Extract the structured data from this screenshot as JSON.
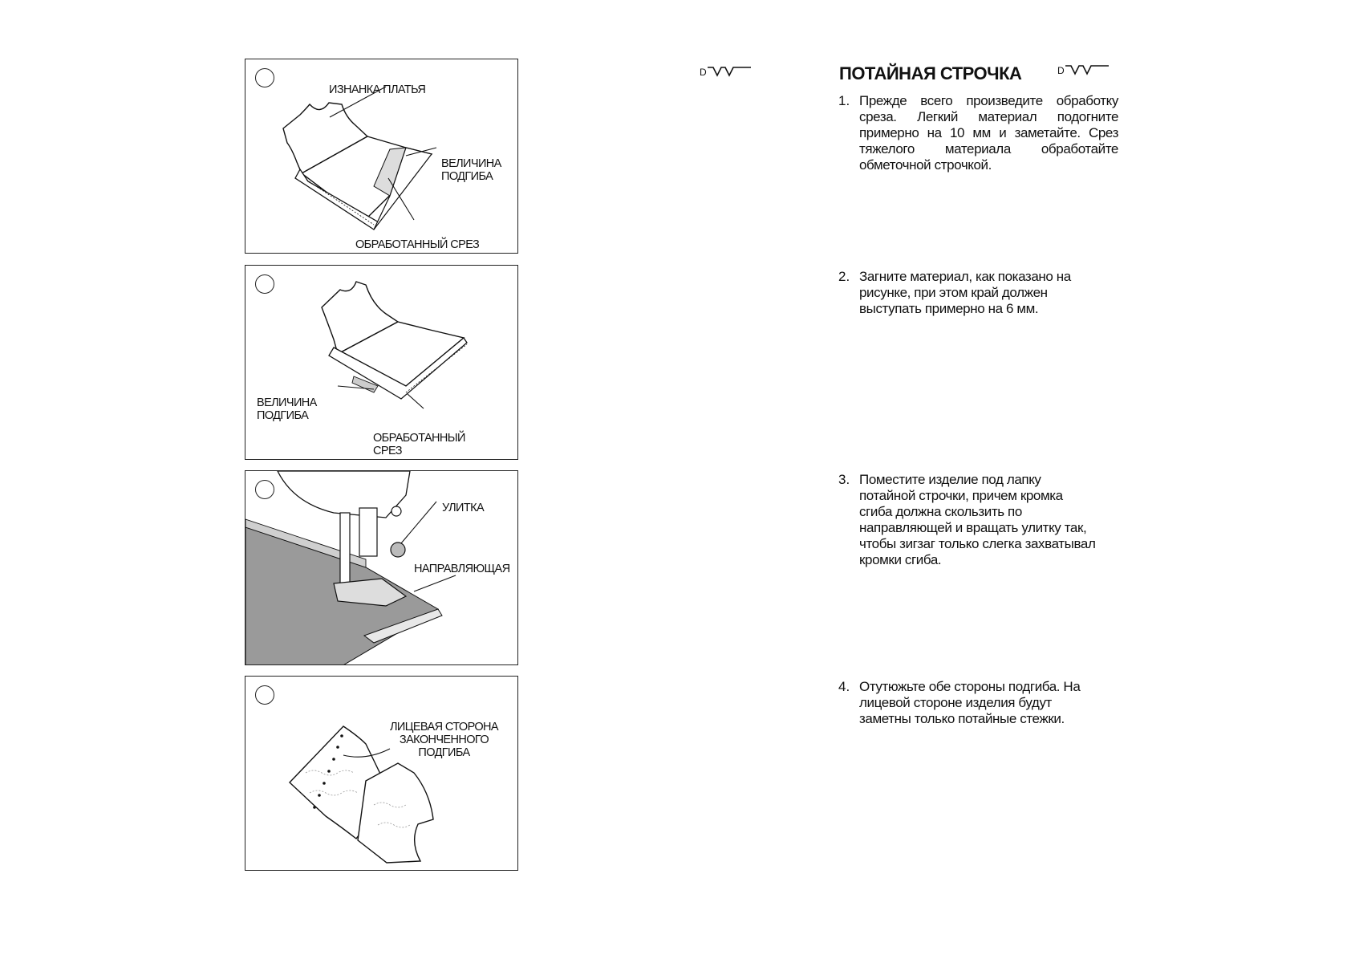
{
  "symbol_label": "D",
  "title": "ПОТАЙНАЯ СТРОЧКА",
  "figures": [
    {
      "labels": [
        "ИЗНАНКА ПЛАТЬЯ",
        "ВЕЛИЧИНА\nПОДГИБА",
        "ОБРАБОТАННЫЙ СРЕЗ"
      ]
    },
    {
      "labels": [
        "ВЕЛИЧИНА\nПОДГИБА",
        "ОБРАБОТАННЫЙ\nСРЕЗ"
      ]
    },
    {
      "labels": [
        "УЛИТКА",
        "НАПРАВЛЯЮЩАЯ"
      ]
    },
    {
      "labels": [
        "ЛИЦЕВАЯ СТОРОНА\nЗАКОНЧЕННОГО\nПОДГИБА"
      ]
    }
  ],
  "steps": [
    {
      "num": "1.",
      "text": "Прежде всего произведите обработку среза. Легкий материал подогните примерно на 10 мм и заметайте. Срез тяжелого материала обработайте обметочной строчкой."
    },
    {
      "num": "2.",
      "text": "Загните материал, как показано на\nрисунке, при этом край должен\nвыступать примерно на 6 мм."
    },
    {
      "num": "3.",
      "text": "Поместите изделие под лапку\nпотайной строчки, причем кромка\nсгиба должна скользить по\nнаправляющей и вращать улитку так,\nчтобы зигзаг только слегка захватывал\nкромки сгиба."
    },
    {
      "num": "4.",
      "text": "Отутюжьте обе стороны подгиба. На\nлицевой стороне изделия будут\nзаметны только потайные стежки."
    }
  ]
}
